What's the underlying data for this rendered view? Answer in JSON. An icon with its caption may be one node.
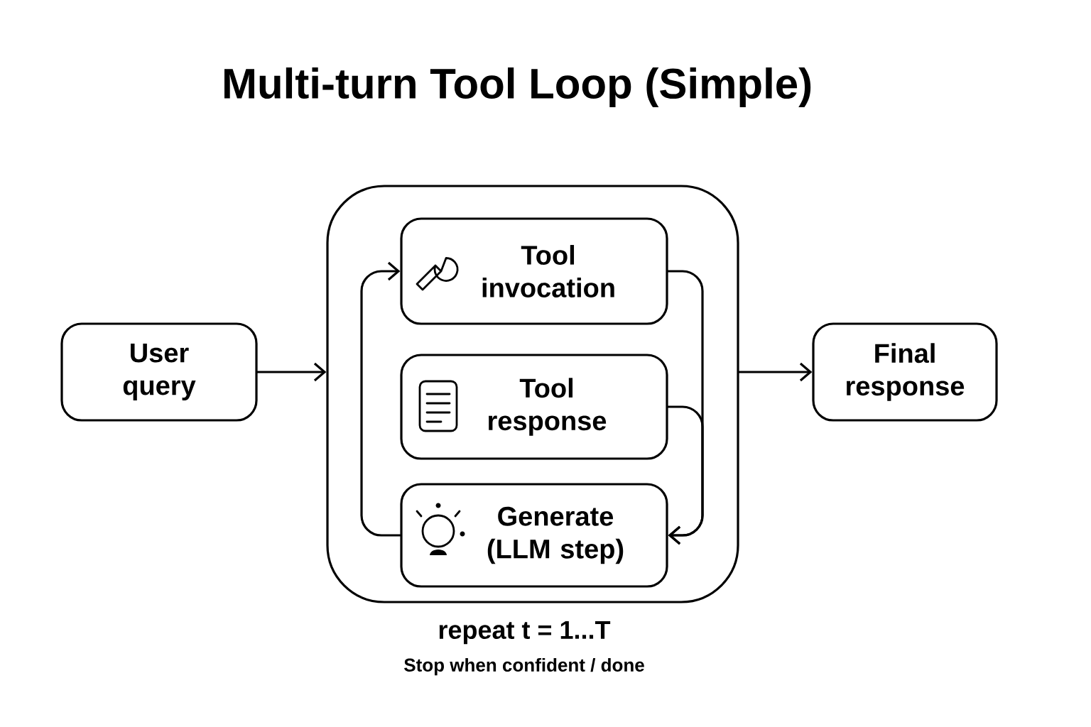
{
  "diagram": {
    "title": "Multi-turn Tool Loop (Simple)",
    "nodes": [
      {
        "text": [
          "User query"
        ]
      },
      {
        "text": [],
        "shape": "box",
        "beside": [
          "repeat t = 1...T",
          "Stop when confident / done"
        ]
      },
      {
        "text": [
          "Tool invocation"
        ],
        "in": 1
      },
      {
        "text": [
          "Tool response"
        ],
        "in": 1
      },
      {
        "text": [
          "Generate (LLM step)"
        ],
        "in": 1
      },
      {
        "text": [
          "Final response"
        ]
      }
    ],
    "edges": [
      {
        "from": 0,
        "to": 1,
        "arrow": "to"
      },
      {
        "from": 1,
        "to": 5,
        "arrow": "to"
      },
      {
        "from": 4,
        "to": 2,
        "arrow": "to"
      },
      {
        "from": 2,
        "to": 4,
        "arrow": "to"
      },
      {
        "from": 3,
        "to": 4,
        "arrow": "to"
      }
    ]
  }
}
